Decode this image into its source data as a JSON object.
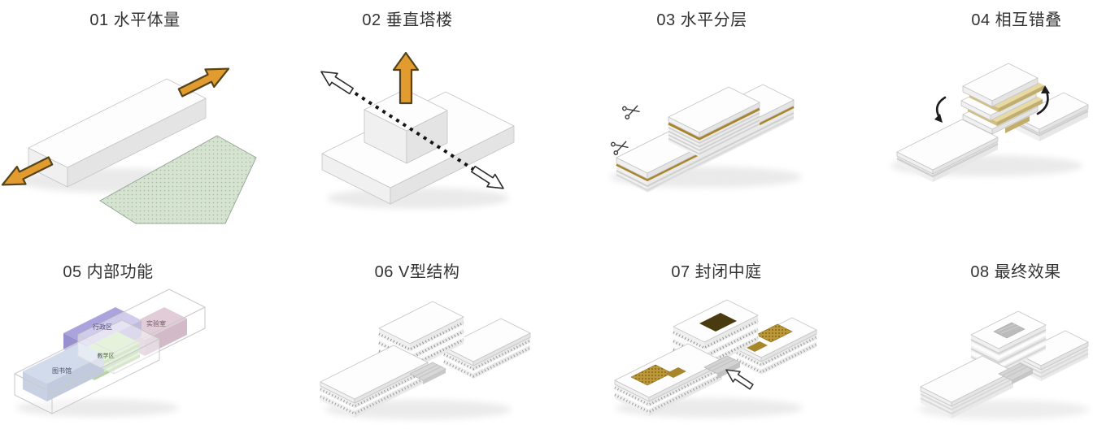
{
  "page": {
    "background": "#ffffff"
  },
  "panels": [
    {
      "num": "01",
      "title": "01 水平体量"
    },
    {
      "num": "02",
      "title": "02 垂直塔楼"
    },
    {
      "num": "03",
      "title": "03 水平分层"
    },
    {
      "num": "04",
      "title": "04 相互错叠"
    },
    {
      "num": "05",
      "title": "05 内部功能"
    },
    {
      "num": "06",
      "title": "06 V型结构"
    },
    {
      "num": "07",
      "title": "07 封闭中庭"
    },
    {
      "num": "08",
      "title": "08 最终效果"
    }
  ],
  "panel5_labels": {
    "library": "图书馆",
    "admin": "行政区",
    "teaching": "教学区",
    "lab": "实验室"
  },
  "colors": {
    "page_bg": "#ffffff",
    "title_color": "#333333",
    "accent_orange": "#E29B2E",
    "arrow_outline": "#54431B",
    "site_green": "#D5E3D0",
    "site_green_dot": "#9CBA98",
    "site_green_border": "#9AA89A",
    "gold_layer": "#A8852B",
    "khaki_top": "#E6D9A4",
    "khaki_left": "#D0BE82",
    "khaki_right": "#C1AE6C",
    "gold_patch": "#BD9838",
    "gold_patch_dot": "#6E5713",
    "gold_solid": "#A8862A",
    "dark_brown": "#4A3A10",
    "block_blue": "#AEBDDA",
    "block_purple": "#ABA3DC",
    "block_green": "#A8D88A",
    "block_pink": "#C9A2B9",
    "slab_top": "#FDFDFD",
    "slab_side": "#F0F0F0",
    "slab_side_dark": "#E4E4E4",
    "slab_edge": "#C5C5C5"
  }
}
